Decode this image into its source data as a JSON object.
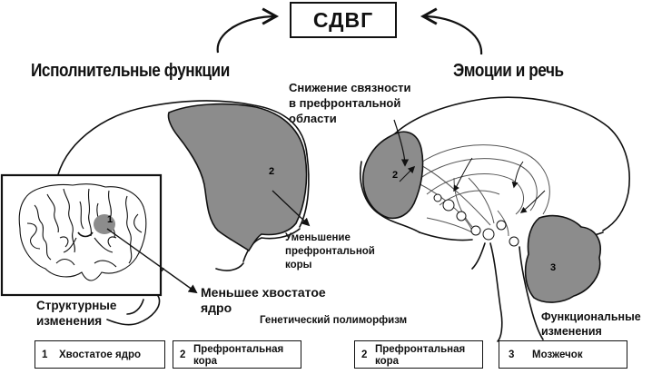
{
  "title": "СДВГ",
  "left_heading": "Исполнительные функции",
  "right_heading": "Эмоции и речь",
  "annotations": {
    "connectivity": [
      "Снижение связности",
      "в префронтальной",
      "области"
    ],
    "prefrontal_reduction": [
      "Уменьшение",
      "префронтальной",
      "коры"
    ],
    "caudate": [
      "Меньшее хвостатое",
      "ядро"
    ],
    "structural": [
      "Структурные",
      "изменения"
    ],
    "genetic": "Генетический полиморфизм",
    "functional": [
      "Функциональные",
      "изменения"
    ]
  },
  "region_numbers": {
    "left_prefrontal": "2",
    "caudate_inset": "1",
    "right_prefrontal": "2",
    "cerebellum": "3"
  },
  "legend": [
    {
      "num": "1",
      "label": "Хвостатое ядро"
    },
    {
      "num": "2",
      "label": "Префронтальная кора"
    },
    {
      "num": "2",
      "label": "Префронтальная кора"
    },
    {
      "num": "3",
      "label": "Мозжечок"
    }
  ],
  "colors": {
    "region_fill": "#8c8c8c",
    "ink": "#111111"
  }
}
